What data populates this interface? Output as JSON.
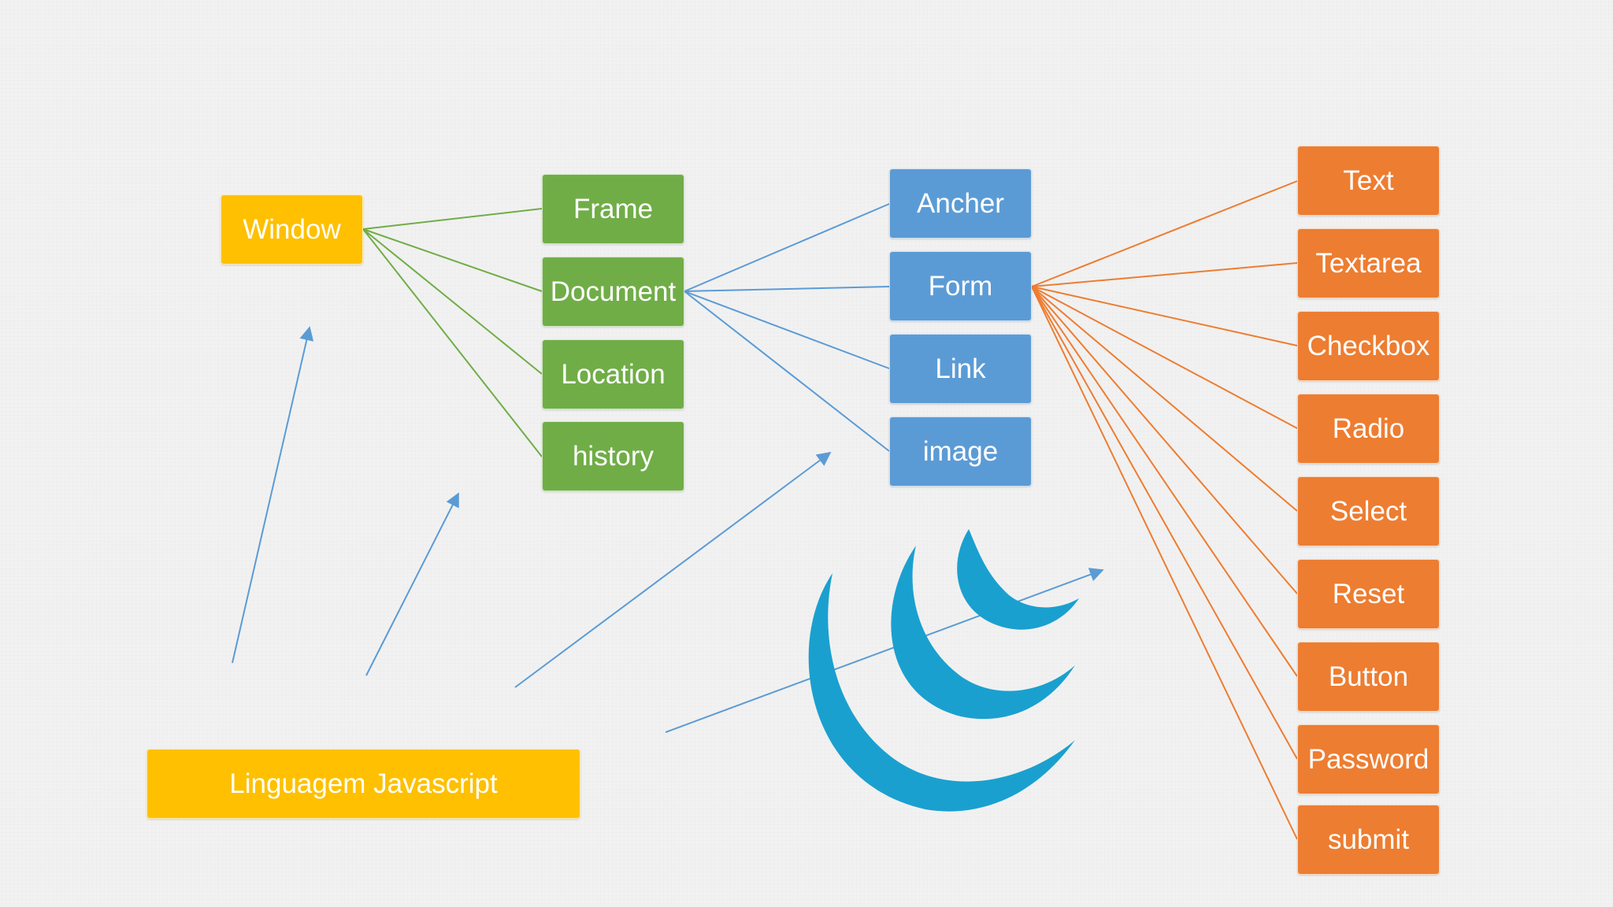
{
  "colors": {
    "yellow": "#fec000",
    "green": "#70ad47",
    "blue": "#5b9bd5",
    "orange": "#ed7d31",
    "logo": "#1aa0cf",
    "background": "#f1f1f1"
  },
  "diagram": {
    "root": "Window",
    "language_label": "Linguagem Javascript",
    "window_children": [
      "Frame",
      "Document",
      "Location",
      "history"
    ],
    "document_children": [
      "Ancher",
      "Form",
      "Link",
      "image"
    ],
    "form_children": [
      "Text",
      "Textarea",
      "Checkbox",
      "Radio",
      "Select",
      "Reset",
      "Button",
      "Password",
      "submit"
    ]
  },
  "logo_icon": "jquery-logo-icon"
}
